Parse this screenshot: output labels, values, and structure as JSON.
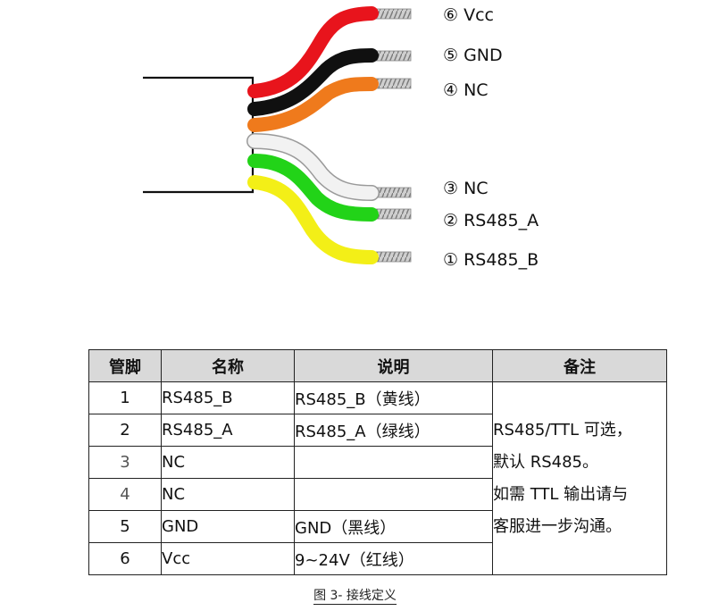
{
  "wires": [
    {
      "label": "⑥ Vcc",
      "color": "#e8141c"
    },
    {
      "label": "⑤ GND",
      "color": "#101010"
    },
    {
      "label": "④ NC",
      "color": "#ef7a1c"
    },
    {
      "label": "③ NC",
      "color": "#f2f2f2"
    },
    {
      "label": "② RS485_A",
      "color": "#22d318"
    },
    {
      "label": "① RS485_B",
      "color": "#f3ef17"
    }
  ],
  "table": {
    "headers": [
      "管脚",
      "名称",
      "说明",
      "备注"
    ],
    "rows": [
      {
        "pin": "1",
        "name": "RS485_B",
        "desc": "RS485_B（黄线）"
      },
      {
        "pin": "2",
        "name": "RS485_A",
        "desc": "RS485_A（绿线）"
      },
      {
        "pin": "3",
        "name": "NC",
        "desc": ""
      },
      {
        "pin": "4",
        "name": "NC",
        "desc": ""
      },
      {
        "pin": "5",
        "name": "GND",
        "desc": "GND（黑线）"
      },
      {
        "pin": "6",
        "name": "Vcc",
        "desc": "9~24V（红线）"
      }
    ],
    "note_lines": [
      "RS485/TTL 可选，",
      "默认 RS485。",
      "如需 TTL 输出请与",
      "客服进一步沟通。"
    ]
  },
  "caption": "图 3- 接线定义"
}
